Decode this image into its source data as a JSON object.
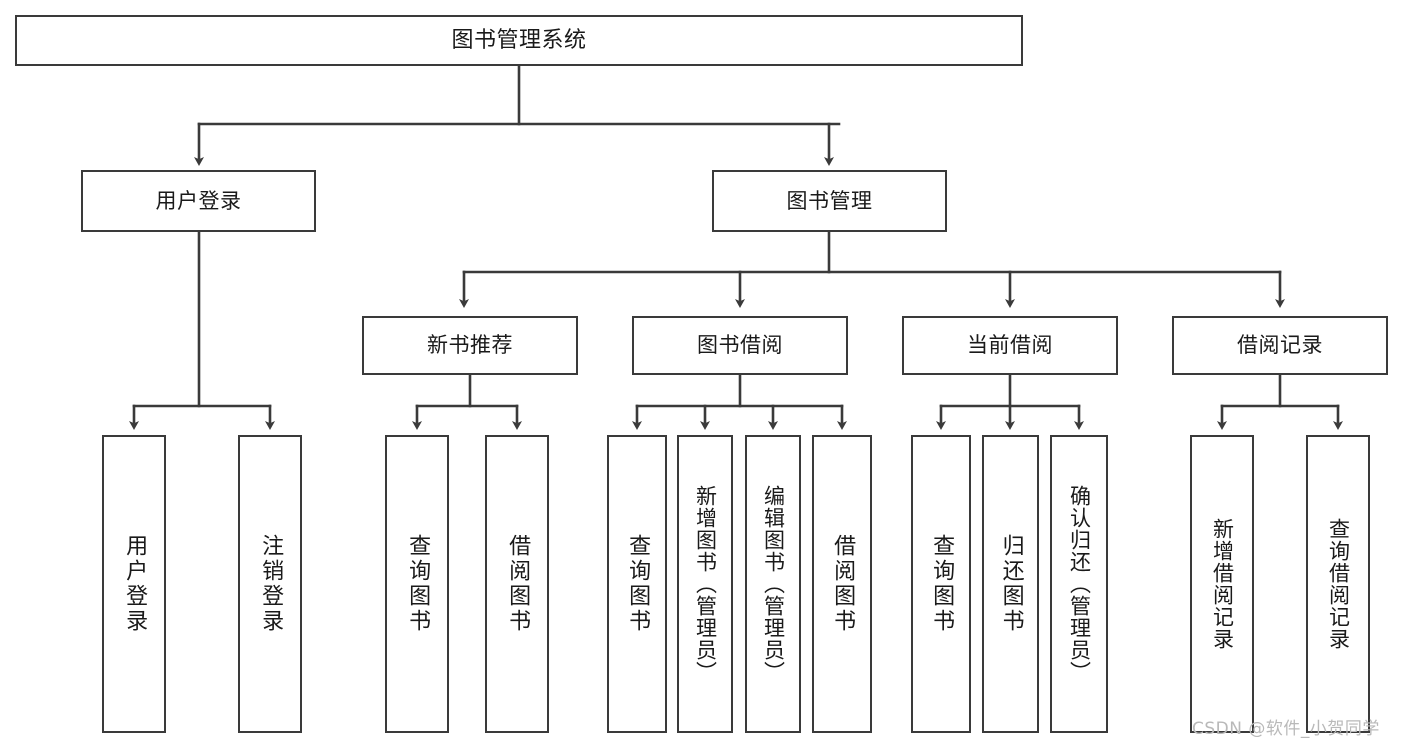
{
  "diagram": {
    "title": "图书管理系统",
    "type": "hierarchy-tree",
    "orientation": "top-down",
    "line_color": "#3a3a3a",
    "box_fill": "#ffffff",
    "text_color": "#1a1a1a"
  },
  "watermark": {
    "text": "CSDN @软件_小贺同学",
    "color": "#b9b9b9"
  },
  "nodes": {
    "root": {
      "label": "图书管理系统"
    },
    "level2": [
      {
        "label": "用户登录"
      },
      {
        "label": "图书管理"
      }
    ],
    "level3": [
      {
        "label": "新书推荐"
      },
      {
        "label": "图书借阅"
      },
      {
        "label": "当前借阅"
      },
      {
        "label": "借阅记录"
      }
    ],
    "leaves": {
      "user_login": [
        {
          "label": "用户登录"
        },
        {
          "label": "注销登录"
        }
      ],
      "new_book_recommend": [
        {
          "label": "查询图书"
        },
        {
          "label": "借阅图书"
        }
      ],
      "book_borrow": [
        {
          "label": "查询图书"
        },
        {
          "label": "新增图书（管理员）"
        },
        {
          "label": "编辑图书（管理员）"
        },
        {
          "label": "借阅图书"
        }
      ],
      "current_borrow": [
        {
          "label": "查询图书"
        },
        {
          "label": "归还图书"
        },
        {
          "label": "确认归还（管理员）"
        }
      ],
      "borrow_record": [
        {
          "label": "新增借阅记录"
        },
        {
          "label": "查询借阅记录"
        }
      ]
    }
  }
}
